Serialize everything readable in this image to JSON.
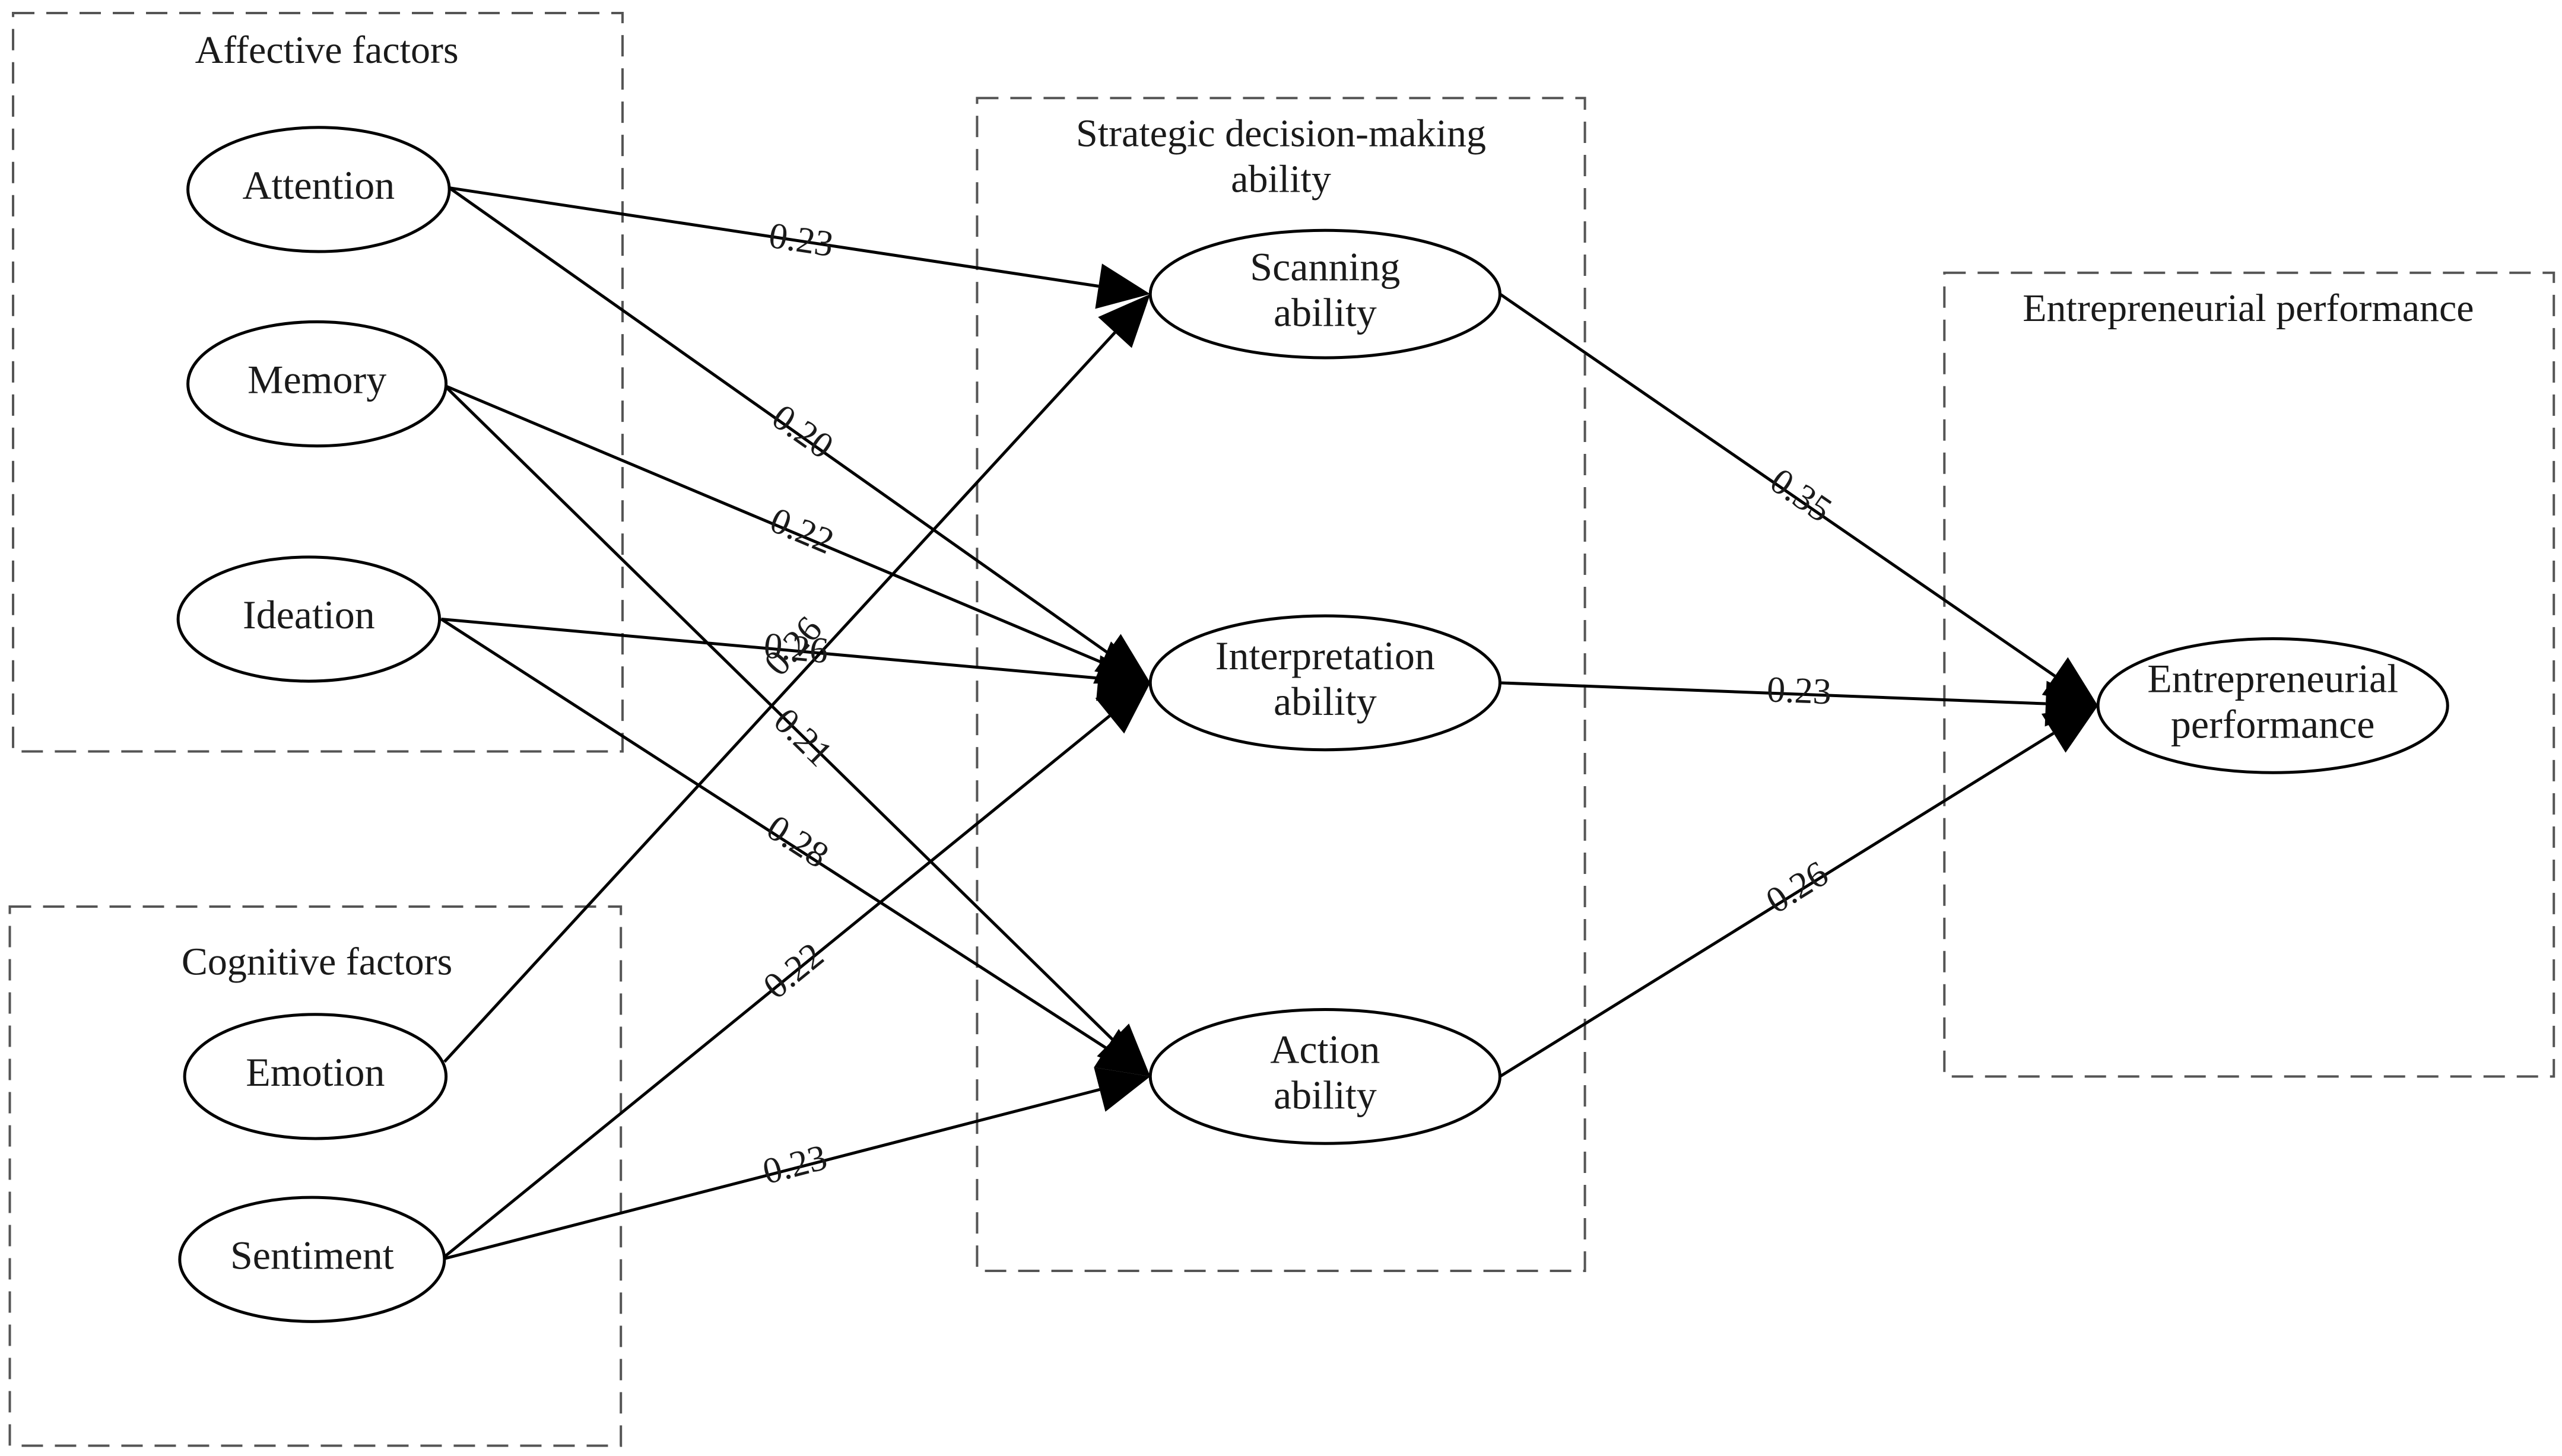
{
  "groups": [
    {
      "id": "affective",
      "label": "Affective factors"
    },
    {
      "id": "cognitive",
      "label": "Cognitive factors"
    },
    {
      "id": "strategic",
      "label_lines": [
        "Strategic decision-making",
        "ability"
      ]
    },
    {
      "id": "performance",
      "label": "Entrepreneurial performance"
    }
  ],
  "nodes": [
    {
      "id": "attention",
      "lines": [
        "Attention"
      ]
    },
    {
      "id": "memory",
      "lines": [
        "Memory"
      ]
    },
    {
      "id": "ideation",
      "lines": [
        "Ideation"
      ]
    },
    {
      "id": "emotion",
      "lines": [
        "Emotion"
      ]
    },
    {
      "id": "sentiment",
      "lines": [
        "Sentiment"
      ]
    },
    {
      "id": "scanning",
      "lines": [
        "Scanning",
        "ability"
      ]
    },
    {
      "id": "interpretation",
      "lines": [
        "Interpretation",
        "ability"
      ]
    },
    {
      "id": "action",
      "lines": [
        "Action",
        "ability"
      ]
    },
    {
      "id": "entrepreneurial",
      "lines": [
        "Entrepreneurial",
        "performance"
      ]
    }
  ],
  "edges": [
    {
      "from": "attention",
      "to": "scanning",
      "coefficient": "0.23"
    },
    {
      "from": "attention",
      "to": "interpretation",
      "coefficient": "0.20"
    },
    {
      "from": "memory",
      "to": "interpretation",
      "coefficient": "0.22"
    },
    {
      "from": "memory",
      "to": "action",
      "coefficient": "0.21"
    },
    {
      "from": "ideation",
      "to": "interpretation",
      "coefficient": "0.26"
    },
    {
      "from": "ideation",
      "to": "action",
      "coefficient": "0.28"
    },
    {
      "from": "emotion",
      "to": "scanning",
      "coefficient": "0.26"
    },
    {
      "from": "sentiment",
      "to": "interpretation",
      "coefficient": "0.22"
    },
    {
      "from": "sentiment",
      "to": "action",
      "coefficient": "0.23"
    },
    {
      "from": "scanning",
      "to": "entrepreneurial",
      "coefficient": "0.35"
    },
    {
      "from": "interpretation",
      "to": "entrepreneurial",
      "coefficient": "0.23"
    },
    {
      "from": "action",
      "to": "entrepreneurial",
      "coefficient": "0.26"
    }
  ]
}
